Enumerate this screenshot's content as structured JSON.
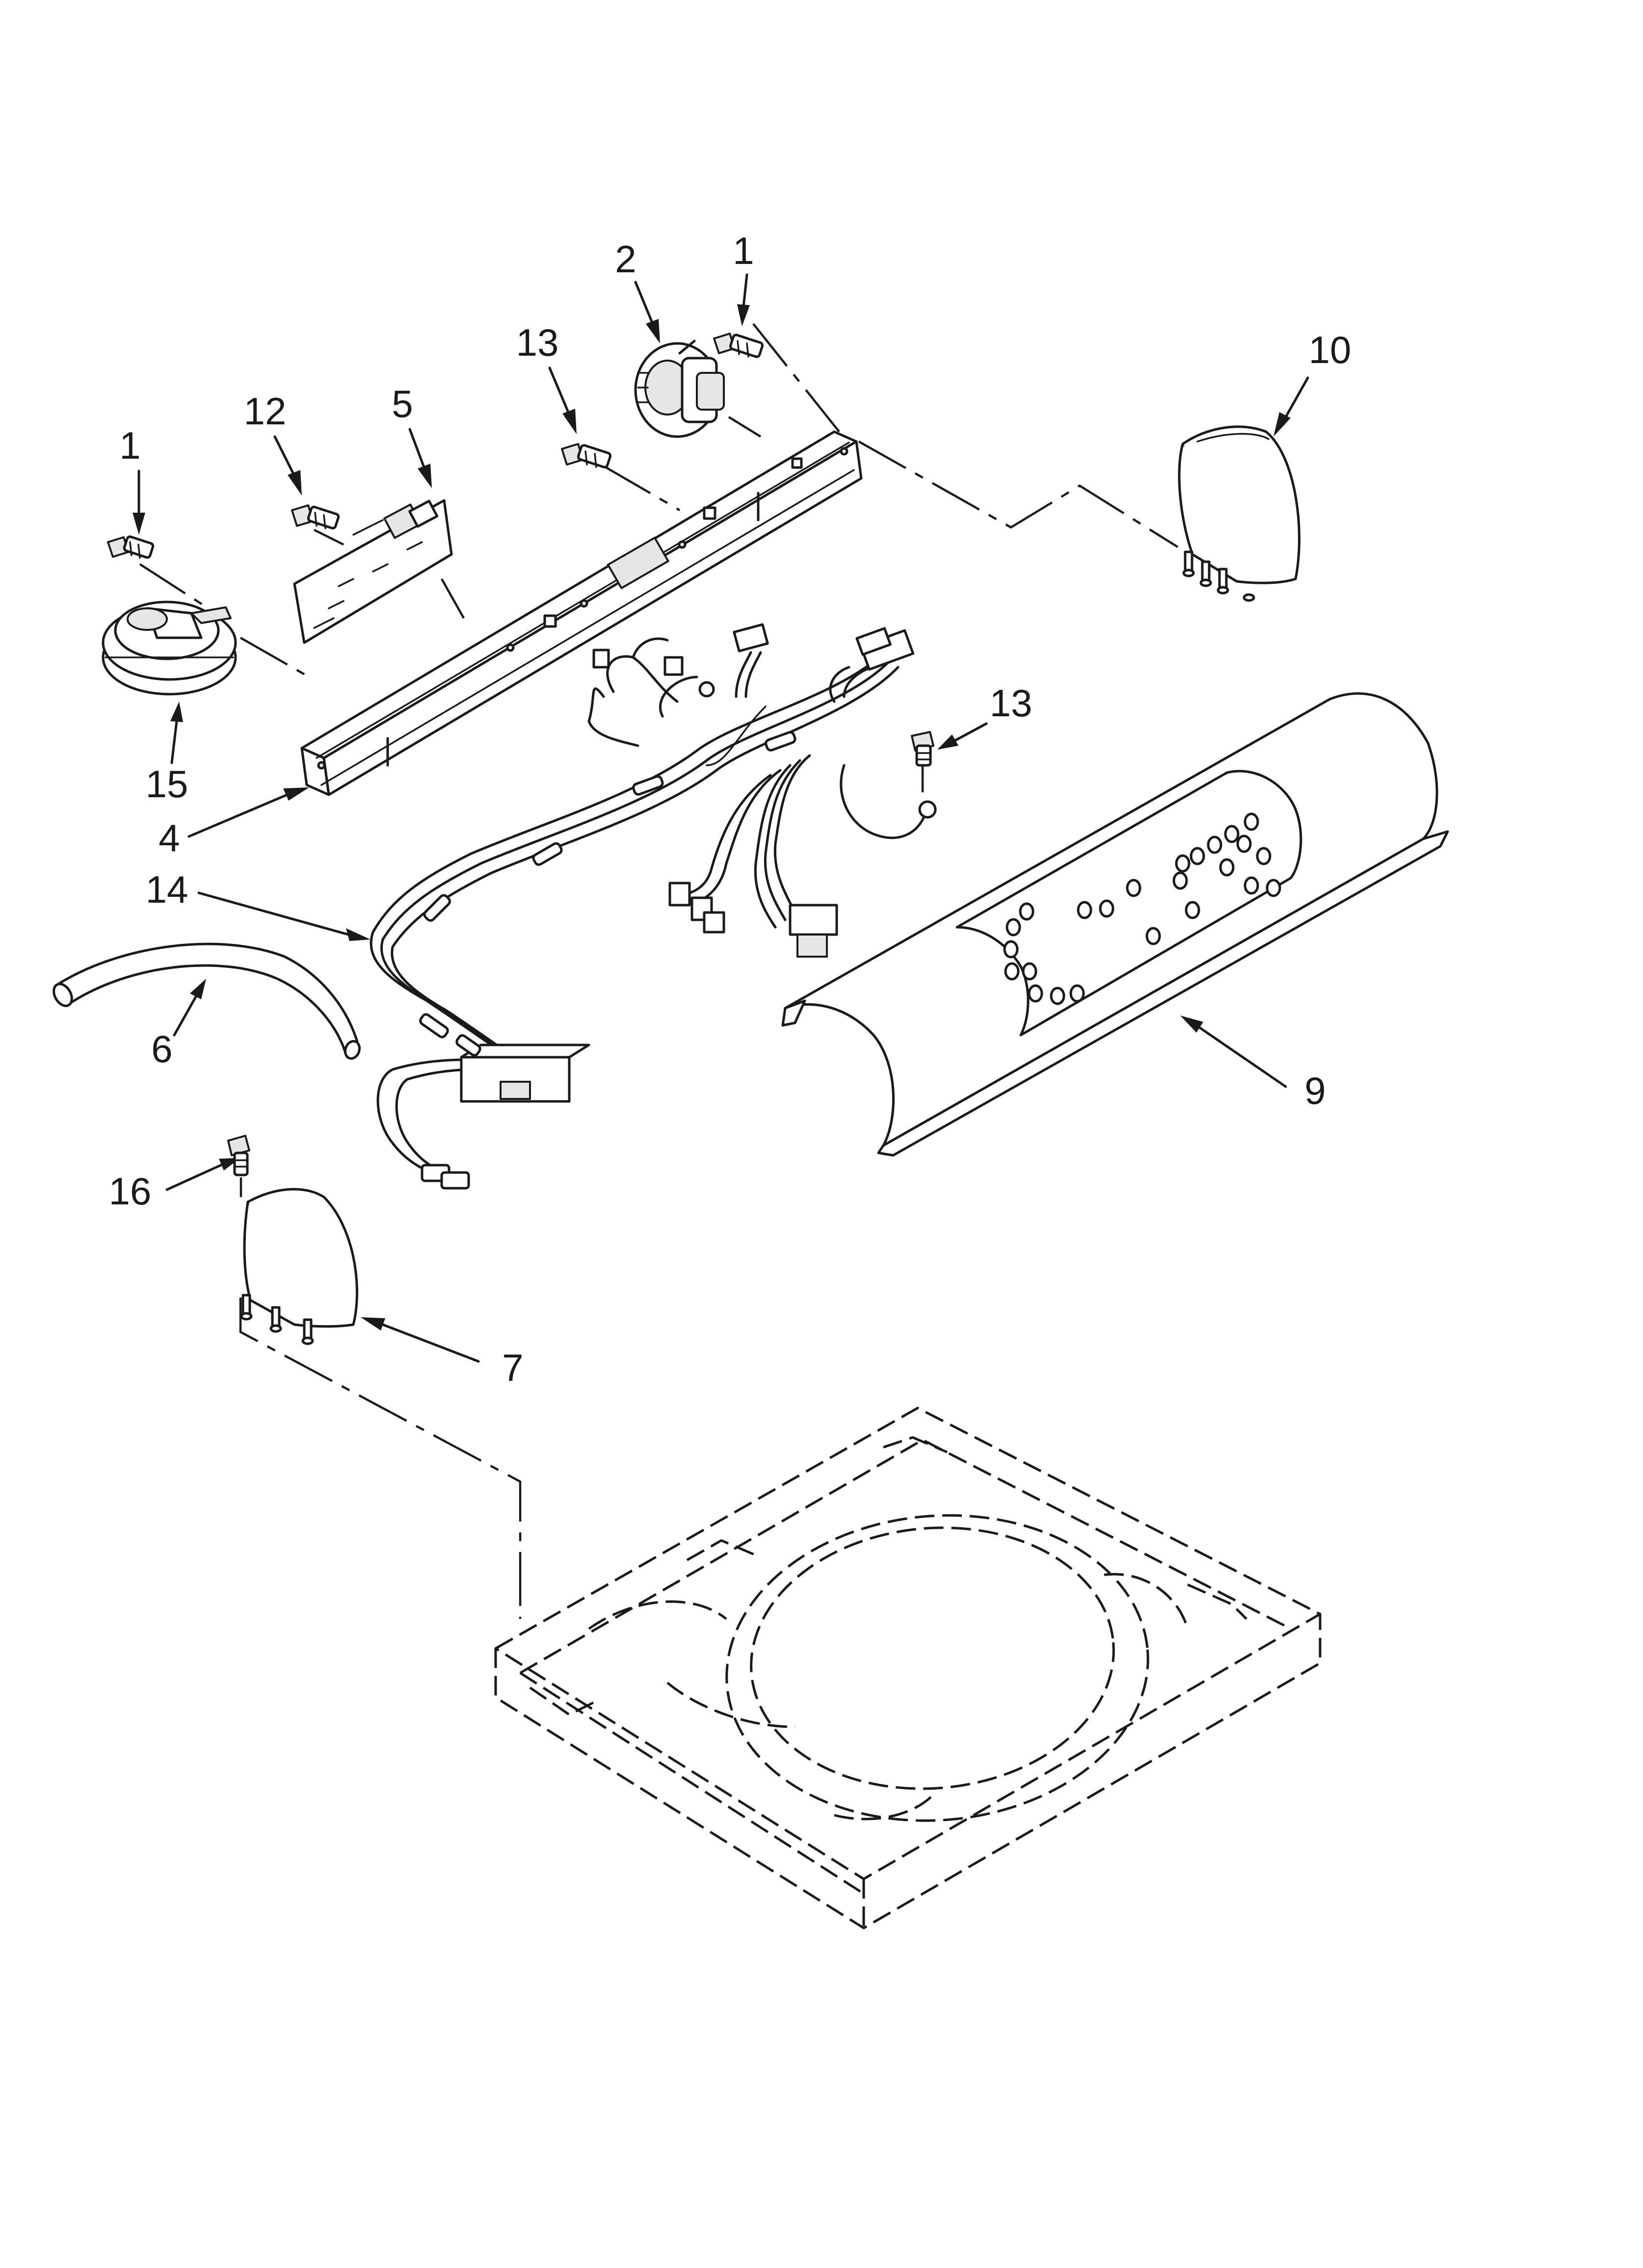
{
  "callouts": {
    "c1a": "1",
    "c2": "2",
    "c1b": "1",
    "c13a": "13",
    "c10": "10",
    "c12": "12",
    "c5": "5",
    "c15": "15",
    "c4": "4",
    "c13b": "13",
    "c14": "14",
    "c6": "6",
    "c9": "9",
    "c16": "16",
    "c7": "7"
  }
}
